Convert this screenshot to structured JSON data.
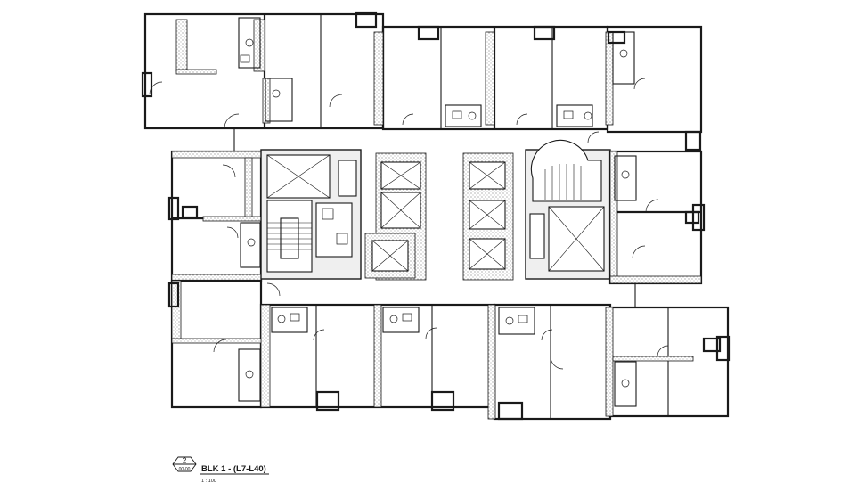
{
  "title_block": {
    "drawing_number": "2",
    "reference": "00-00",
    "title": "BLK 1 - (L7-L40)",
    "scale": "1 : 100"
  },
  "colors": {
    "line": "#1a1a1a",
    "background": "#ffffff",
    "core_fill": "#efefef"
  }
}
